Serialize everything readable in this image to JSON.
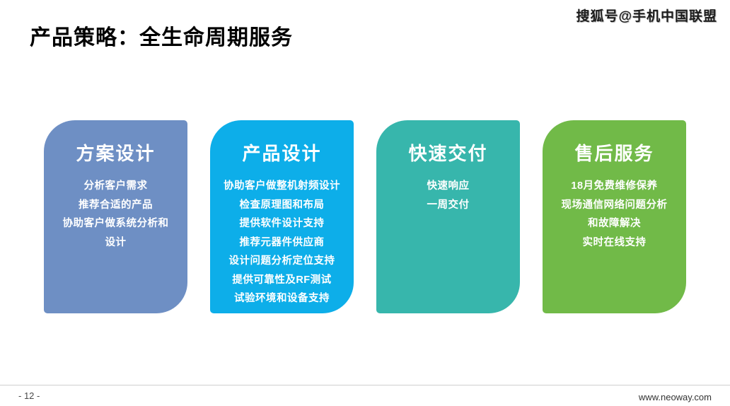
{
  "title": "产品策略：全生命周期服务",
  "watermark": {
    "text": "搜狐号@手机中国联盟"
  },
  "cards": [
    {
      "title": "方案设计",
      "color": "#6e8fc4",
      "lines": [
        "分析客户需求",
        "推荐合适的产品",
        "协助客户做系统分析和",
        "设计"
      ]
    },
    {
      "title": "产品设计",
      "color": "#0daee9",
      "lines": [
        "协助客户做整机射频设计",
        "检查原理图和布局",
        "提供软件设计支持",
        "推荐元器件供应商",
        "设计问题分析定位支持",
        "提供可靠性及RF测试",
        "试验环境和设备支持"
      ]
    },
    {
      "title": "快速交付",
      "color": "#37b6ac",
      "lines": [
        "快速响应",
        "一周交付"
      ]
    },
    {
      "title": "售后服务",
      "color": "#71ba48",
      "lines": [
        "18月免费维修保养",
        "现场通信网络问题分析",
        "和故障解决",
        "实时在线支持"
      ]
    }
  ],
  "footer": {
    "page": "- 12 -",
    "site": "www.neoway.com"
  }
}
